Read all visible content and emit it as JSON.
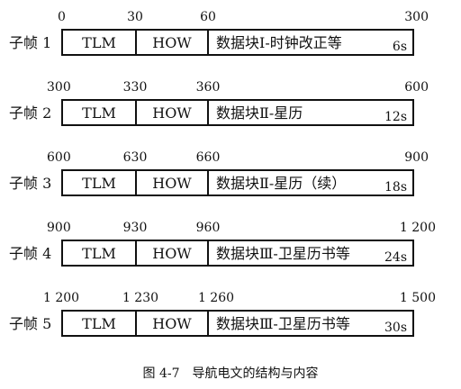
{
  "caption": "图 4-7　导航电文的结构与内容",
  "subframes": [
    {
      "label": "子帧 1",
      "ticks": [
        "0",
        "30",
        "60",
        "300"
      ],
      "tlm": "TLM",
      "how": "HOW",
      "data": "数据块Ⅰ-时钟改正等",
      "time": "6s"
    },
    {
      "label": "子帧 2",
      "ticks": [
        "300",
        "330",
        "360",
        "600"
      ],
      "tlm": "TLM",
      "how": "HOW",
      "data": "数据块Ⅱ-星历",
      "time": "12s"
    },
    {
      "label": "子帧 3",
      "ticks": [
        "600",
        "630",
        "660",
        "900"
      ],
      "tlm": "TLM",
      "how": "HOW",
      "data": "数据块Ⅱ-星历（续）",
      "time": "18s"
    },
    {
      "label": "子帧 4",
      "ticks": [
        "900",
        "930",
        "960",
        "1 200"
      ],
      "tlm": "TLM",
      "how": "HOW",
      "data": "数据块Ⅲ-卫星历书等",
      "time": "24s"
    },
    {
      "label": "子帧 5",
      "ticks": [
        "1 200",
        "1 230",
        "1 260",
        "1 500"
      ],
      "tlm": "TLM",
      "how": "HOW",
      "data": "数据块Ⅲ-卫星历书等",
      "time": "30s"
    }
  ]
}
